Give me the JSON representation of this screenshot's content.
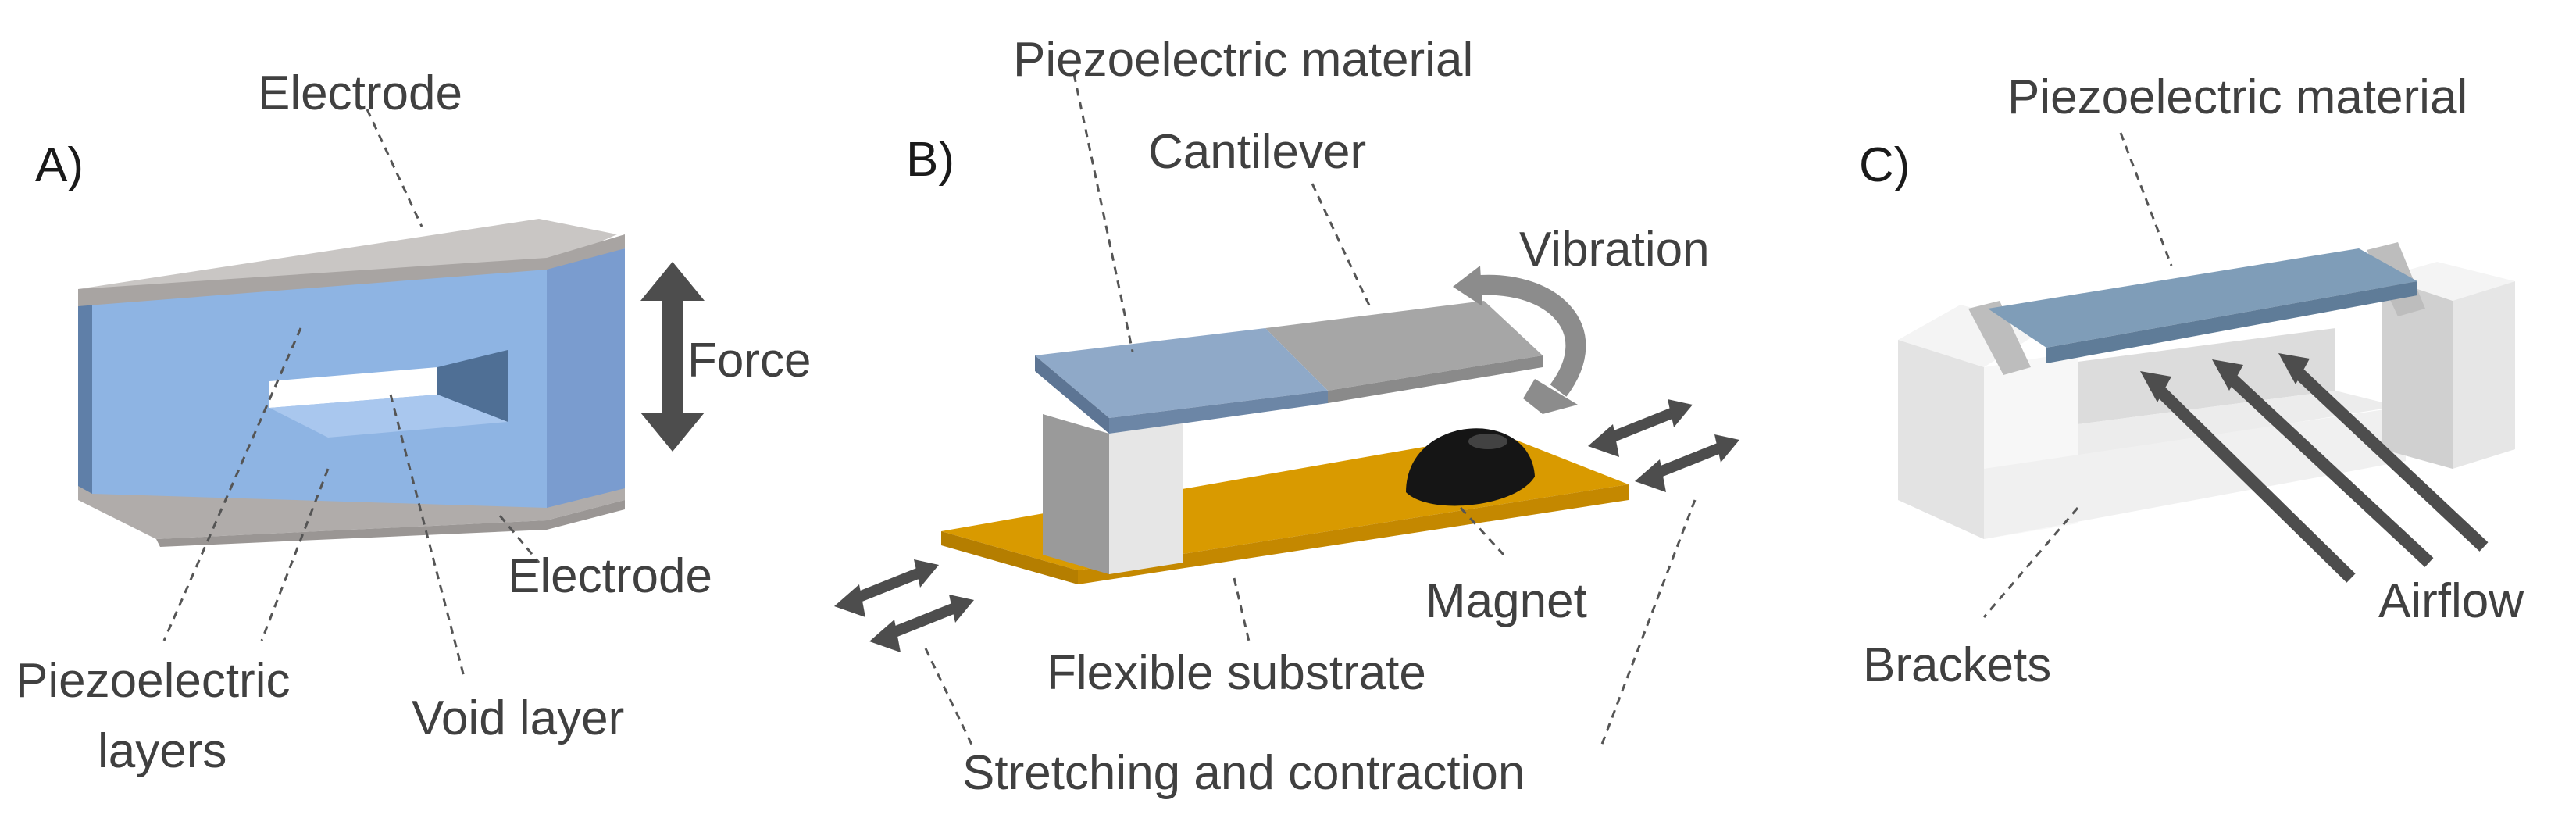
{
  "panels": [
    {
      "id": "A",
      "label": "A)",
      "annotations": {
        "electrode_top": "Electrode",
        "force": "Force",
        "electrode_bottom": "Electrode",
        "piezo_layers_line1": "Piezoelectric",
        "piezo_layers_line2": "layers",
        "void_layer": "Void layer"
      }
    },
    {
      "id": "B",
      "label": "B)",
      "annotations": {
        "piezo_material": "Piezoelectric material",
        "cantilever": "Cantilever",
        "vibration": "Vibration",
        "magnet": "Magnet",
        "flexible_substrate": "Flexible substrate",
        "stretching": "Stretching and contraction"
      }
    },
    {
      "id": "C",
      "label": "C)",
      "annotations": {
        "piezo_material": "Piezoelectric material",
        "airflow": "Airflow",
        "brackets": "Brackets"
      }
    }
  ],
  "colors": {
    "electrode": "#b8b4b2",
    "piezo_blue": "#8eb4e3",
    "piezo_blue_dark": "#5f7fa8",
    "slate_blue": "#7f9db8",
    "cantilever_gray": "#aaaaaa",
    "substrate_orange": "#d99a00",
    "magnet_black": "#1a1a1a",
    "bracket_white": "#f0f0f0",
    "arrow_dark": "#4d4d4d",
    "text": "#404040"
  }
}
